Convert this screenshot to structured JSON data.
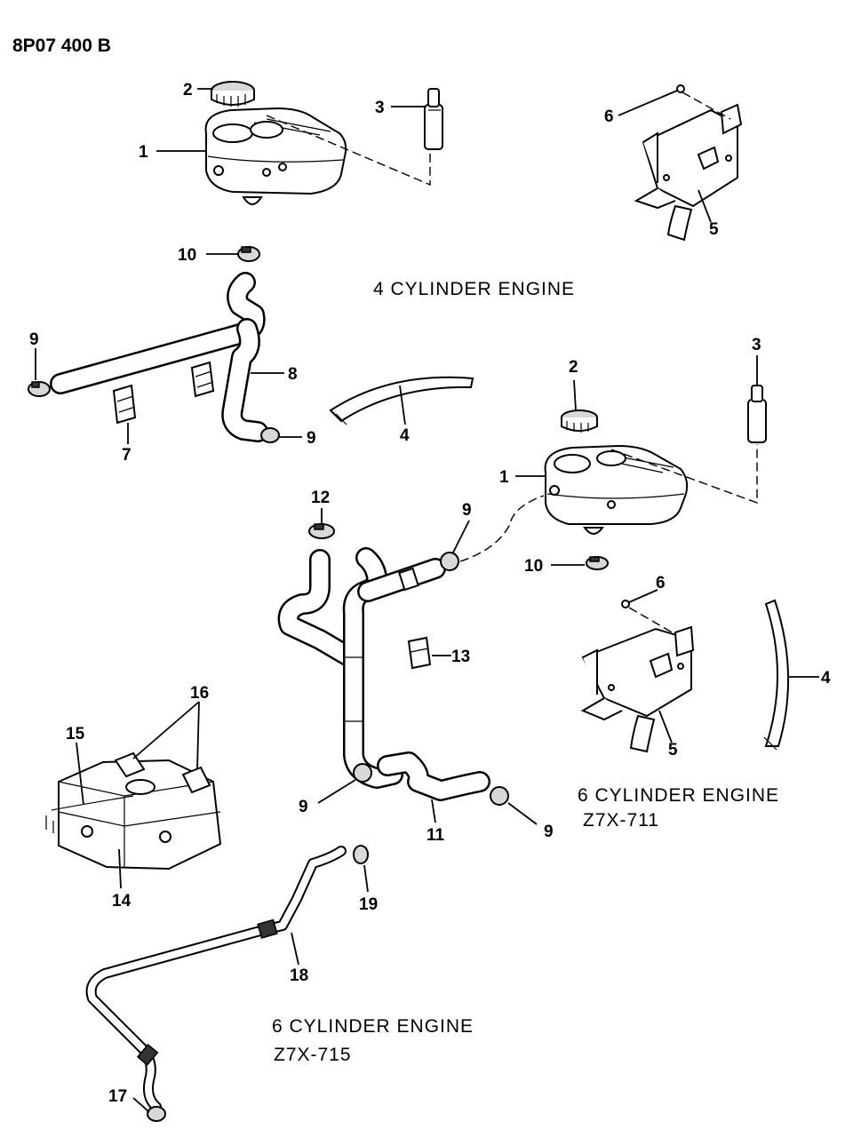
{
  "diagram": {
    "drawing_number": "8P07 400 B",
    "sections": {
      "four_cylinder": {
        "caption": "4 CYLINDER ENGINE"
      },
      "six_cylinder_a": {
        "caption": "6 CYLINDER ENGINE",
        "code": "Z7X-711"
      },
      "six_cylinder_b": {
        "caption": "6 CYLINDER ENGINE",
        "code": "Z7X-715"
      }
    },
    "callouts": {
      "c1a": "1",
      "c2a": "2",
      "c3a": "3",
      "c5a": "5",
      "c6a": "6",
      "c10a": "10",
      "c9a": "9",
      "c8": "8",
      "c7": "7",
      "c9b": "9",
      "c4a": "4",
      "c2b": "2",
      "c3b": "3",
      "c1b": "1",
      "c12": "12",
      "c9c": "9",
      "c10b": "10",
      "c6b": "6",
      "c13": "13",
      "c4b": "4",
      "c5b": "5",
      "c16": "16",
      "c15": "15",
      "c9d": "9",
      "c11": "11",
      "c9e": "9",
      "c14": "14",
      "c19": "19",
      "c18": "18",
      "c17": "17"
    }
  }
}
